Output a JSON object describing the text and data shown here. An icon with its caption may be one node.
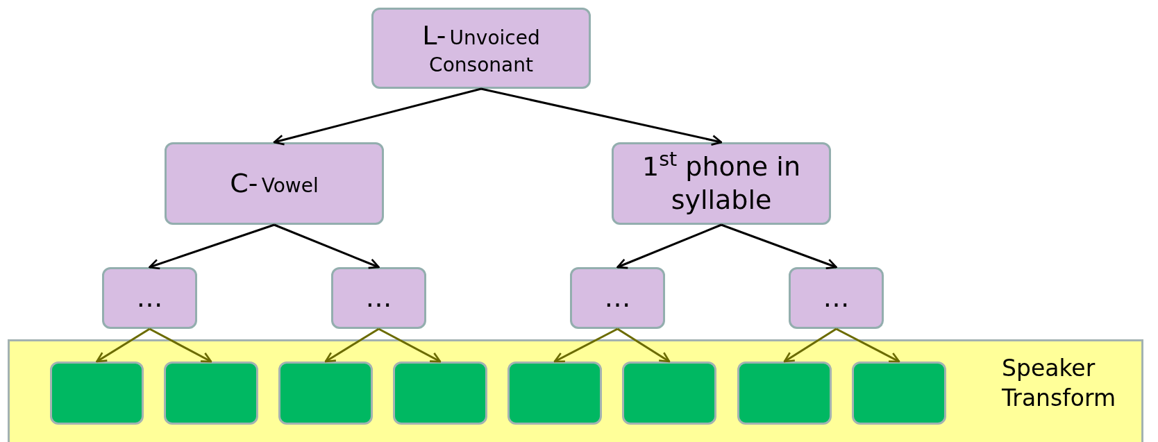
{
  "diagram": {
    "nodes": [
      {
        "text": [
          "L-",
          "Unvoiced Consonant"
        ]
      },
      {
        "text": [
          "C-",
          "Vowel"
        ]
      },
      {
        "text": [
          "1$^{st}$ phone in syllable"
        ]
      },
      {
        "text": [
          "…"
        ]
      },
      {
        "text": [
          "…"
        ]
      },
      {
        "text": [
          "…"
        ]
      },
      {
        "text": [
          "…"
        ]
      },
      {
        "text": [
          "Speaker Transform"
        ]
      },
      {
        "text": [],
        "shape": "box",
        "in": 7
      },
      {
        "text": [],
        "shape": "box",
        "in": 7
      },
      {
        "text": [],
        "shape": "box",
        "in": 7
      },
      {
        "text": [],
        "shape": "box",
        "in": 7
      },
      {
        "text": [],
        "shape": "box",
        "in": 7
      },
      {
        "text": [],
        "shape": "box",
        "in": 7
      },
      {
        "text": [],
        "shape": "box",
        "in": 7
      },
      {
        "text": [],
        "shape": "box",
        "in": 7
      }
    ],
    "edges": [
      {
        "from": 0,
        "to": 1,
        "arrow": "to",
        "color": "#000000"
      },
      {
        "from": 0,
        "to": 2,
        "arrow": "to",
        "color": "#000000"
      },
      {
        "from": 1,
        "to": 3,
        "arrow": "to",
        "color": "#000000"
      },
      {
        "from": 1,
        "to": 4,
        "arrow": "to",
        "color": "#000000"
      },
      {
        "from": 2,
        "to": 5,
        "arrow": "to",
        "color": "#000000"
      },
      {
        "from": 2,
        "to": 6,
        "arrow": "to",
        "color": "#000000"
      },
      {
        "from": 3,
        "to": 8,
        "arrow": "to"
      },
      {
        "from": 3,
        "to": 9,
        "arrow": "to"
      },
      {
        "from": 4,
        "to": 10,
        "arrow": "to"
      },
      {
        "from": 4,
        "to": 11,
        "arrow": "to"
      },
      {
        "from": 5,
        "to": 12,
        "arrow": "to"
      },
      {
        "from": 5,
        "to": 13,
        "arrow": "to"
      },
      {
        "from": 6,
        "to": 14,
        "arrow": "to"
      },
      {
        "from": 6,
        "to": 15,
        "arrow": "to"
      }
    ]
  }
}
